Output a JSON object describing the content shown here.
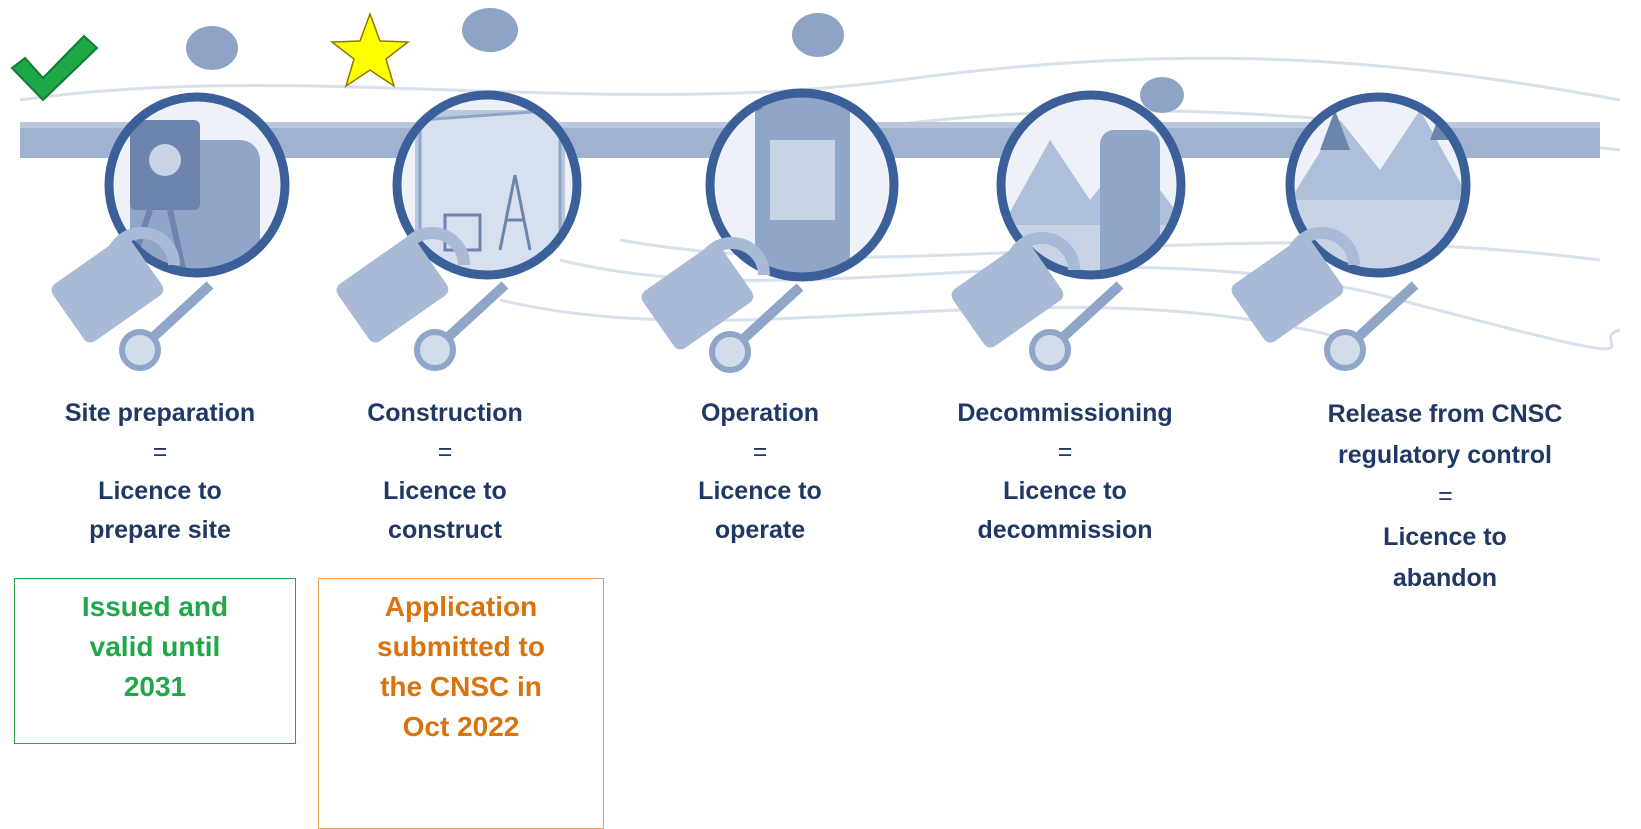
{
  "stages": [
    {
      "title": "Site preparation",
      "eq": "=",
      "licence_line1": "Licence to",
      "licence_line2": "prepare site"
    },
    {
      "title": "Construction",
      "eq": "=",
      "licence_line1": "Licence to",
      "licence_line2": "construct"
    },
    {
      "title": "Operation",
      "eq": "=",
      "licence_line1": "Licence to",
      "licence_line2": "operate"
    },
    {
      "title": "Decommissioning",
      "eq": "=",
      "licence_line1": "Licence to",
      "licence_line2": "decommission"
    },
    {
      "title_line1": "Release from CNSC",
      "title_line2": "regulatory control",
      "eq": "=",
      "licence_line1": "Licence to",
      "licence_line2": "abandon"
    }
  ],
  "statuses": {
    "site": {
      "line1": "Issued and",
      "line2": "valid until",
      "line3": "2031",
      "color": "#1fa848"
    },
    "construct": {
      "line1": "Application",
      "line2": "submitted to",
      "line3": "the CNSC in",
      "line4": "Oct 2022",
      "color": "#d9730d"
    }
  },
  "colors": {
    "circle": "#3b5f99",
    "band": "#9fb2d0",
    "lock": "#a9bad6",
    "text": "#203864",
    "check": "#1fa848",
    "star": "#ffff00"
  },
  "icons": [
    "check-icon",
    "star-icon",
    "padlock-icon",
    "key-icon",
    "hardhat-icon"
  ]
}
